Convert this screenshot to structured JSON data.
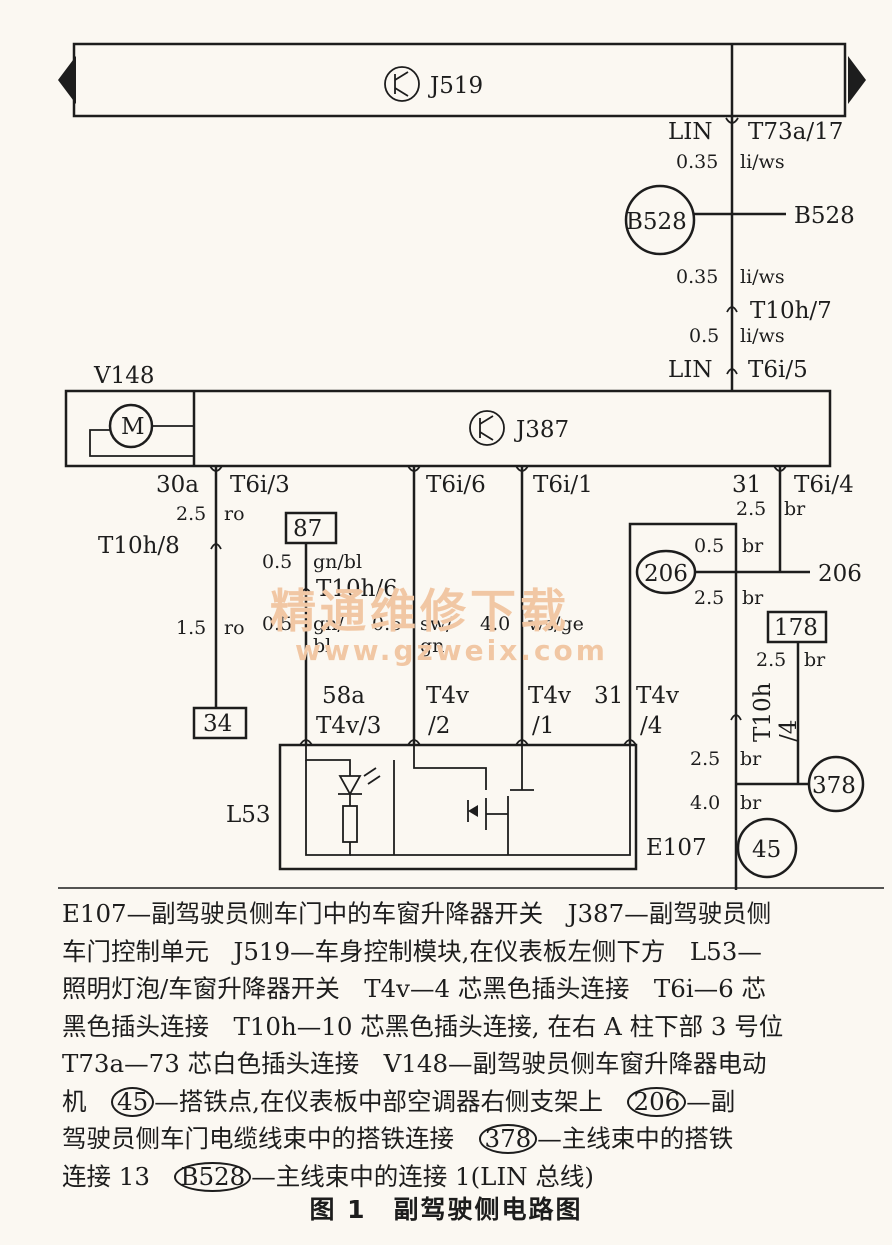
{
  "labels": {
    "j519": "J519",
    "lin_top": "LIN",
    "t73a17": "T73a/17",
    "w1": "0.35",
    "c1": "li/ws",
    "b528_circle": "B528",
    "b528_line": "B528",
    "w2": "0.35",
    "c2": "li/ws",
    "t10h7": "T10h/7",
    "w3": "0.5",
    "c3": "li/ws",
    "lin_mid": "LIN",
    "t6i5": "T6i/5",
    "v148": "V148",
    "motor": "M",
    "j387": "J387",
    "p30a": "30a",
    "t6i3": "T6i/3",
    "t6i6": "T6i/6",
    "t6i1": "T6i/1",
    "p31": "31",
    "t6i4": "T6i/4",
    "w_25a": "2.5",
    "c_ro1": "ro",
    "t10h8": "T10h/8",
    "w_15": "1.5",
    "c_ro2": "ro",
    "box34": "34",
    "box87": "87",
    "w_05a": "0.5",
    "c_gnbl": "gn/bl",
    "t10h6": "T10h/6",
    "w_05b": "0.5",
    "c_gnbl2": "gn/",
    "c_gnbl3": "bl",
    "w_05c": "0.5",
    "c_swgn": "sw/",
    "c_swgn2": "gn",
    "w_40a": "4.0",
    "c_wsge": "ws/ge",
    "w_25b": "2.5",
    "c_br1": "br",
    "w_05d": "0.5",
    "c_br2": "br",
    "g206_circle": "206",
    "g206_line": "206",
    "w_25c": "2.5",
    "c_br3": "br",
    "box178": "178",
    "w_25d": "2.5",
    "c_br4": "br",
    "t10h_a": "T10h",
    "t10h_b": "/4",
    "p58a": "58a",
    "t4v3": "T4v/3",
    "t4v2a": "T4v",
    "t4v2b": "/2",
    "t4v1a": "T4v",
    "t4v1b": "/1",
    "p31b": "31",
    "t4v4a": "T4v",
    "t4v4b": "/4",
    "w_25e": "2.5",
    "c_br5": "br",
    "g378": "378",
    "w_40b": "4.0",
    "c_br6": "br",
    "g45": "45",
    "l53": "L53",
    "e107": "E107"
  },
  "watermark": {
    "main": "精通维修下载",
    "url": "www.gzweix.com"
  },
  "caption": {
    "l1": "E107—副驾驶员侧车门中的车窗升降器开关　J387—副驾驶员侧",
    "l2": "车门控制单元　J519—车身控制模块,在仪表板左侧下方　L53—",
    "l3": "照明灯泡/车窗升降器开关　T4v—4 芯黑色插头连接　T6i—6 芯",
    "l4": "黑色插头连接　T10h—10 芯黑色插头连接, 在右 A 柱下部 3 号位",
    "l5": "T73a—73 芯白色插头连接　V148—副驾驶员侧车窗升降器电动",
    "l6a": "机　",
    "g45": "45",
    "l6b": "—搭铁点,在仪表板中部空调器右侧支架上　",
    "g206": "206",
    "l6c": "—副",
    "l7a": "驾驶员侧车门电缆线束中的搭铁连接　",
    "g378": "378",
    "l7b": "—主线束中的搭铁",
    "l8a": "连接 13　",
    "b528": "B528",
    "l8b": "—主线束中的连接 1(LIN 总线)"
  },
  "figure_title": "图 1　副驾驶侧电路图"
}
